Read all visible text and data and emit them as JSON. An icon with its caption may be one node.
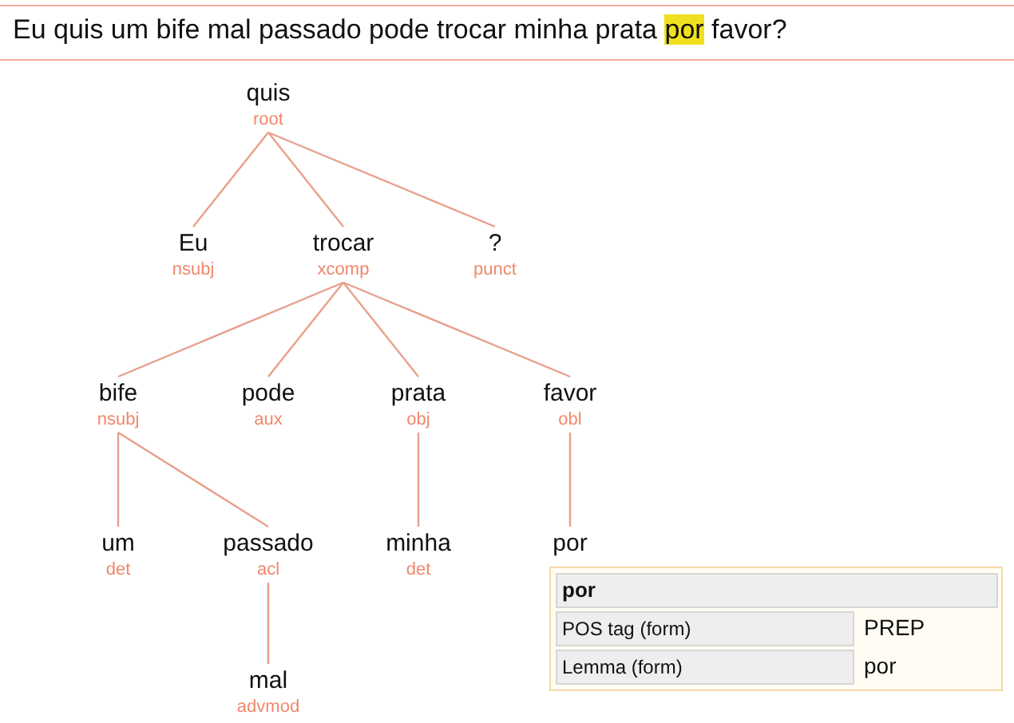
{
  "diagram": {
    "title": "Eu quis um bife mal passado pode trocar minha prata **por** favor?",
    "nodes": [
      {
        "text": [
          "quis",
          "root"
        ]
      },
      {
        "text": [
          "Eu",
          "nsubj"
        ]
      },
      {
        "text": [
          "trocar",
          "xcomp"
        ]
      },
      {
        "text": [
          "?",
          "punct"
        ]
      },
      {
        "text": [
          "bife",
          "nsubj"
        ]
      },
      {
        "text": [
          "pode",
          "aux"
        ]
      },
      {
        "text": [
          "prata",
          "obj"
        ]
      },
      {
        "text": [
          "favor",
          "obl"
        ]
      },
      {
        "text": [
          "um",
          "det"
        ]
      },
      {
        "text": [
          "passado",
          "acl"
        ]
      },
      {
        "text": [
          "minha",
          "det"
        ]
      },
      {
        "text": [
          "por"
        ]
      },
      {
        "text": [
          "mal",
          "advmod"
        ]
      }
    ],
    "edges": [
      {
        "from": 0,
        "to": 1,
        "arrow": "none"
      },
      {
        "from": 0,
        "to": 2,
        "arrow": "none"
      },
      {
        "from": 0,
        "to": 3,
        "arrow": "none"
      },
      {
        "from": 2,
        "to": 4,
        "arrow": "none"
      },
      {
        "from": 2,
        "to": 5,
        "arrow": "none"
      },
      {
        "from": 2,
        "to": 6,
        "arrow": "none"
      },
      {
        "from": 2,
        "to": 7,
        "arrow": "none"
      },
      {
        "from": 4,
        "to": 8,
        "arrow": "none"
      },
      {
        "from": 4,
        "to": 9,
        "arrow": "none"
      },
      {
        "from": 6,
        "to": 10,
        "arrow": "none"
      },
      {
        "from": 7,
        "to": 11,
        "arrow": "none"
      },
      {
        "from": 9,
        "to": 12,
        "arrow": "none"
      }
    ],
    "labels": [
      "por",
      "POS tag (form)",
      "PREP",
      "Lemma (form)",
      "por"
    ]
  }
}
